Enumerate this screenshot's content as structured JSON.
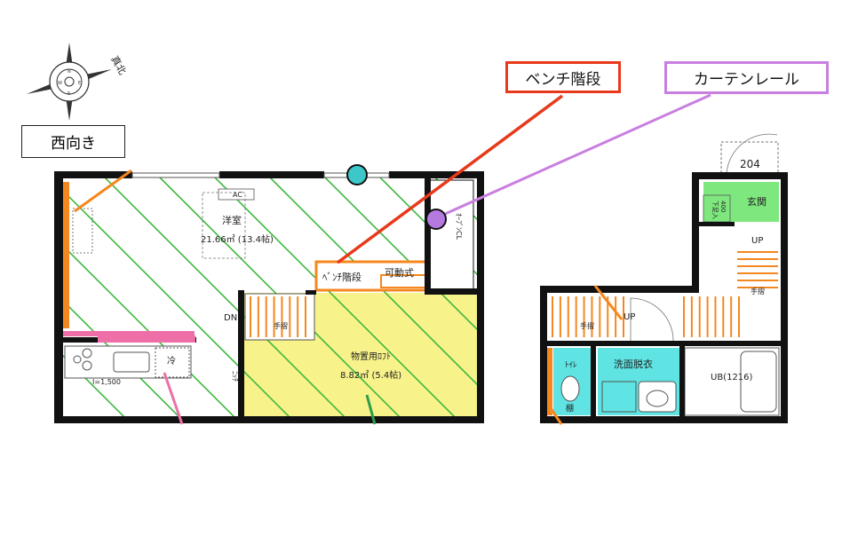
{
  "compass": {
    "north_label": "真北"
  },
  "orientation": {
    "label": "西向き"
  },
  "callouts": {
    "bench_stairs": {
      "label": "ベンチ階段",
      "color": "#e8391a"
    },
    "curtain_rail": {
      "label": "カーテンレール",
      "color": "#c97fe0"
    }
  },
  "left_unit": {
    "room_name": "洋室",
    "room_area": "21.66㎡ (13.4帖)",
    "ac_label": "AC",
    "bench_label": "ﾍﾞﾝﾁ階段",
    "movable_label": "可動式",
    "open_closet_label": "ｵｰﾌﾟﾝCL",
    "dn_label": "DN",
    "handrail_label": "手摺",
    "loft_name": "物置用ﾛﾌﾄ",
    "loft_area": "8.82㎡ (5.4帖)",
    "kitchen_label": "I=1,500",
    "fridge_label": "冷",
    "niche_label": "ﾆｯﾁ"
  },
  "right_unit": {
    "door_number": "204",
    "entrance_label": "玄関",
    "shoe_box_label": "下足入",
    "shoe_box_size": "400",
    "up_label_1": "UP",
    "handrail_label_1": "手摺",
    "handrail_label_2": "手摺",
    "up_label_2": "UP",
    "toilet_label": "ﾄｲﾚ",
    "shelf_label": "棚",
    "washroom_label": "洗面脱衣",
    "bath_label": "UB(1216)"
  },
  "colors": {
    "wall": "#111111",
    "hatch": "#3db83d",
    "loft_fill": "#f7f28a",
    "entrance_fill": "#7ee87e",
    "wet_fill": "#5fe3e3",
    "orange": "#f5871f",
    "pink": "#ee6fa8",
    "teal_marker": "#3cc8c8",
    "purple_marker": "#b57ae0"
  }
}
